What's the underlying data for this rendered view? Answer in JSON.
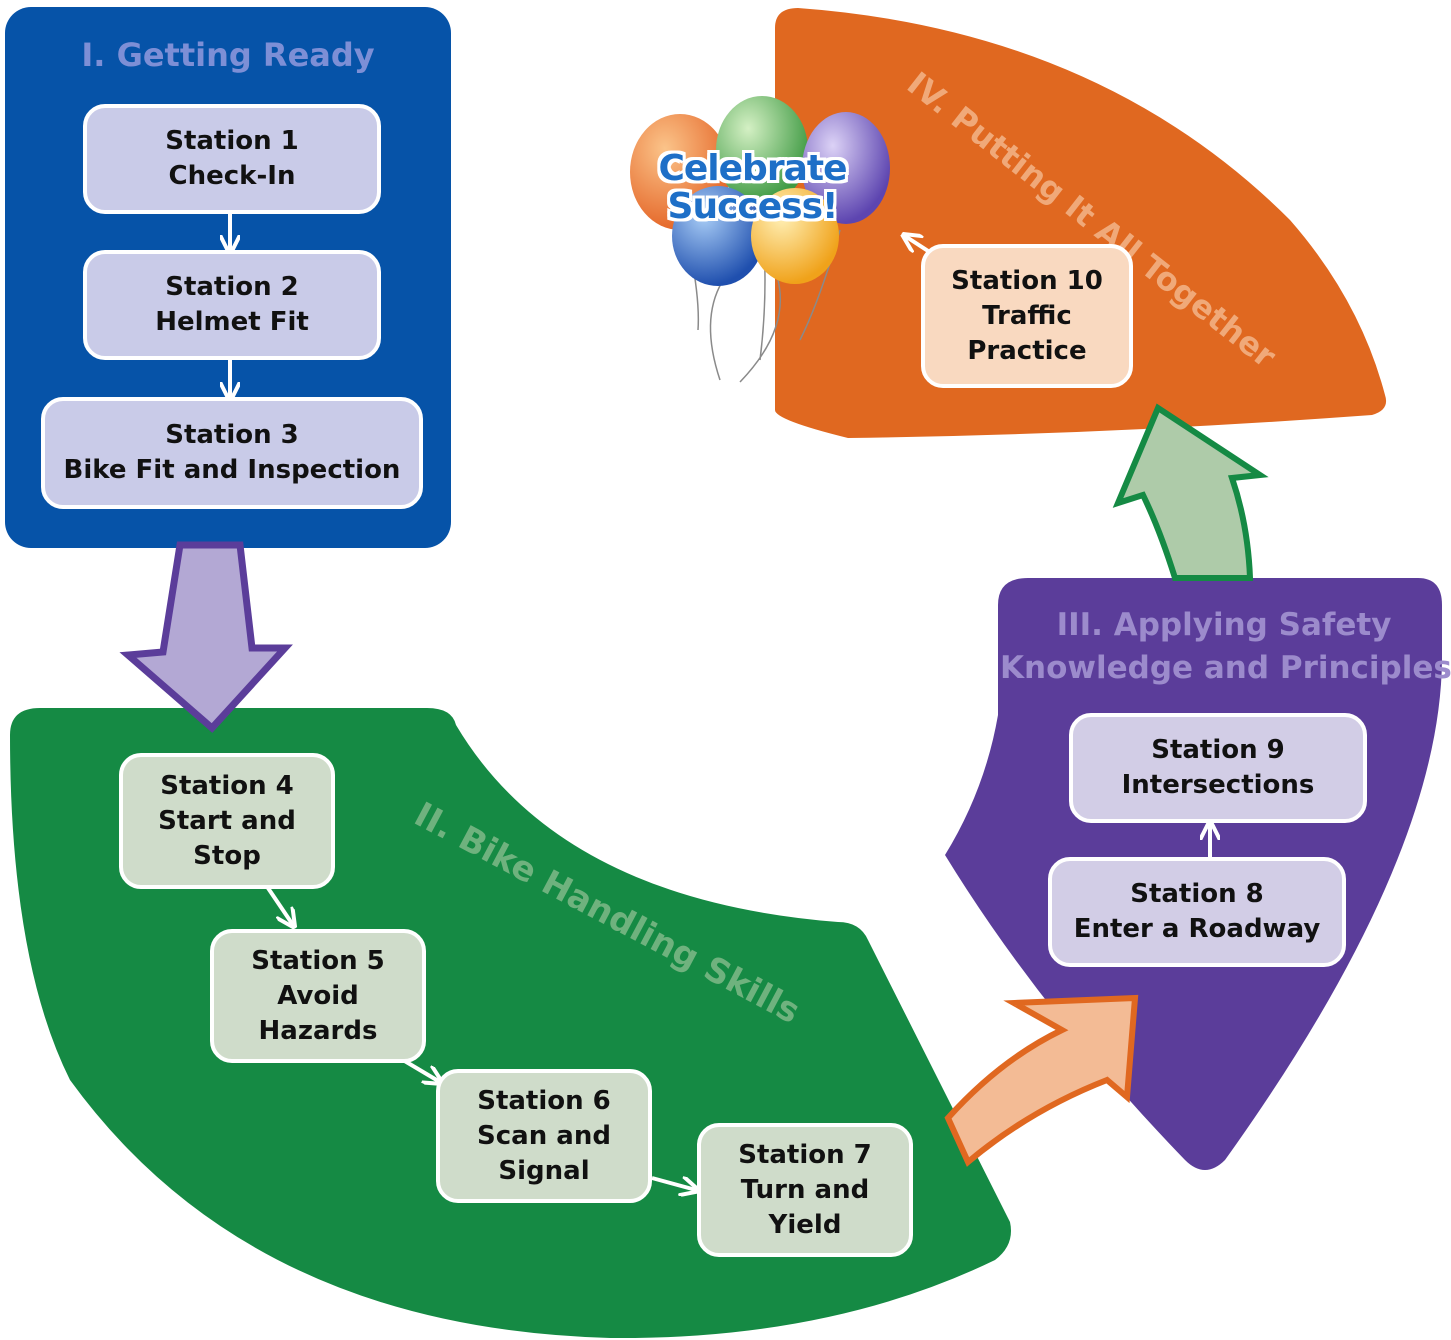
{
  "colors": {
    "getting_ready": "#0653a8",
    "bike_handling": "#158a44",
    "applying_safety": "#5b3d9a",
    "putting_together": "#e06820",
    "arrow_purple": "#b3a8d4",
    "arrow_green": "#aecba9",
    "arrow_orange": "#f3bb95",
    "celebrate_text": "#1e6fc7"
  },
  "sections": {
    "getting_ready": {
      "title": "I. Getting Ready"
    },
    "bike_handling": {
      "title": "II. Bike Handling Skills"
    },
    "applying_safety": {
      "title_line1": "III. Applying Safety",
      "title_line2": "Knowledge and Principles"
    },
    "putting_together": {
      "title": "IV. Putting It All Together"
    }
  },
  "stations": {
    "s1": {
      "line1": "Station 1",
      "line2": "Check-In"
    },
    "s2": {
      "line1": "Station 2",
      "line2": "Helmet Fit"
    },
    "s3": {
      "line1": "Station 3",
      "line2": "Bike Fit and Inspection"
    },
    "s4": {
      "line1": "Station 4",
      "line2": "Start and",
      "line3": "Stop"
    },
    "s5": {
      "line1": "Station 5",
      "line2": "Avoid",
      "line3": "Hazards"
    },
    "s6": {
      "line1": "Station 6",
      "line2": "Scan and",
      "line3": "Signal"
    },
    "s7": {
      "line1": "Station 7",
      "line2": "Turn and",
      "line3": "Yield"
    },
    "s8": {
      "line1": "Station 8",
      "line2": "Enter a Roadway"
    },
    "s9": {
      "line1": "Station 9",
      "line2": "Intersections"
    },
    "s10": {
      "line1": "Station 10",
      "line2": "Traffic",
      "line3": "Practice"
    }
  },
  "celebrate": {
    "line1": "Celebrate",
    "line2": "Success!",
    "balloon_icon": "balloons-icon"
  }
}
